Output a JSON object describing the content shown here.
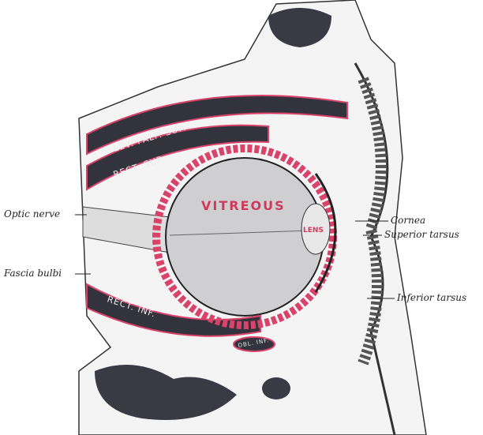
{
  "labels": {
    "lev_palp_sup": "LEV. PALP. SUP.",
    "rect_sup": "RECT. SUP.",
    "vitreous": "VITREOUS",
    "lens": "LENS",
    "rect_inf": "RECT. INF.",
    "obl_inf": "OBL. INF.",
    "optic_nerve": "Optic nerve",
    "fascia_bulbi": "Fascia bulbi",
    "cornea": "Cornea",
    "superior_tarsus": "Superior tarsus",
    "inferior_tarsus": "Inferior tarsus"
  },
  "colors": {
    "muscle": "#33333d",
    "tissue_red": "#d9436a",
    "ink": "#222222"
  }
}
